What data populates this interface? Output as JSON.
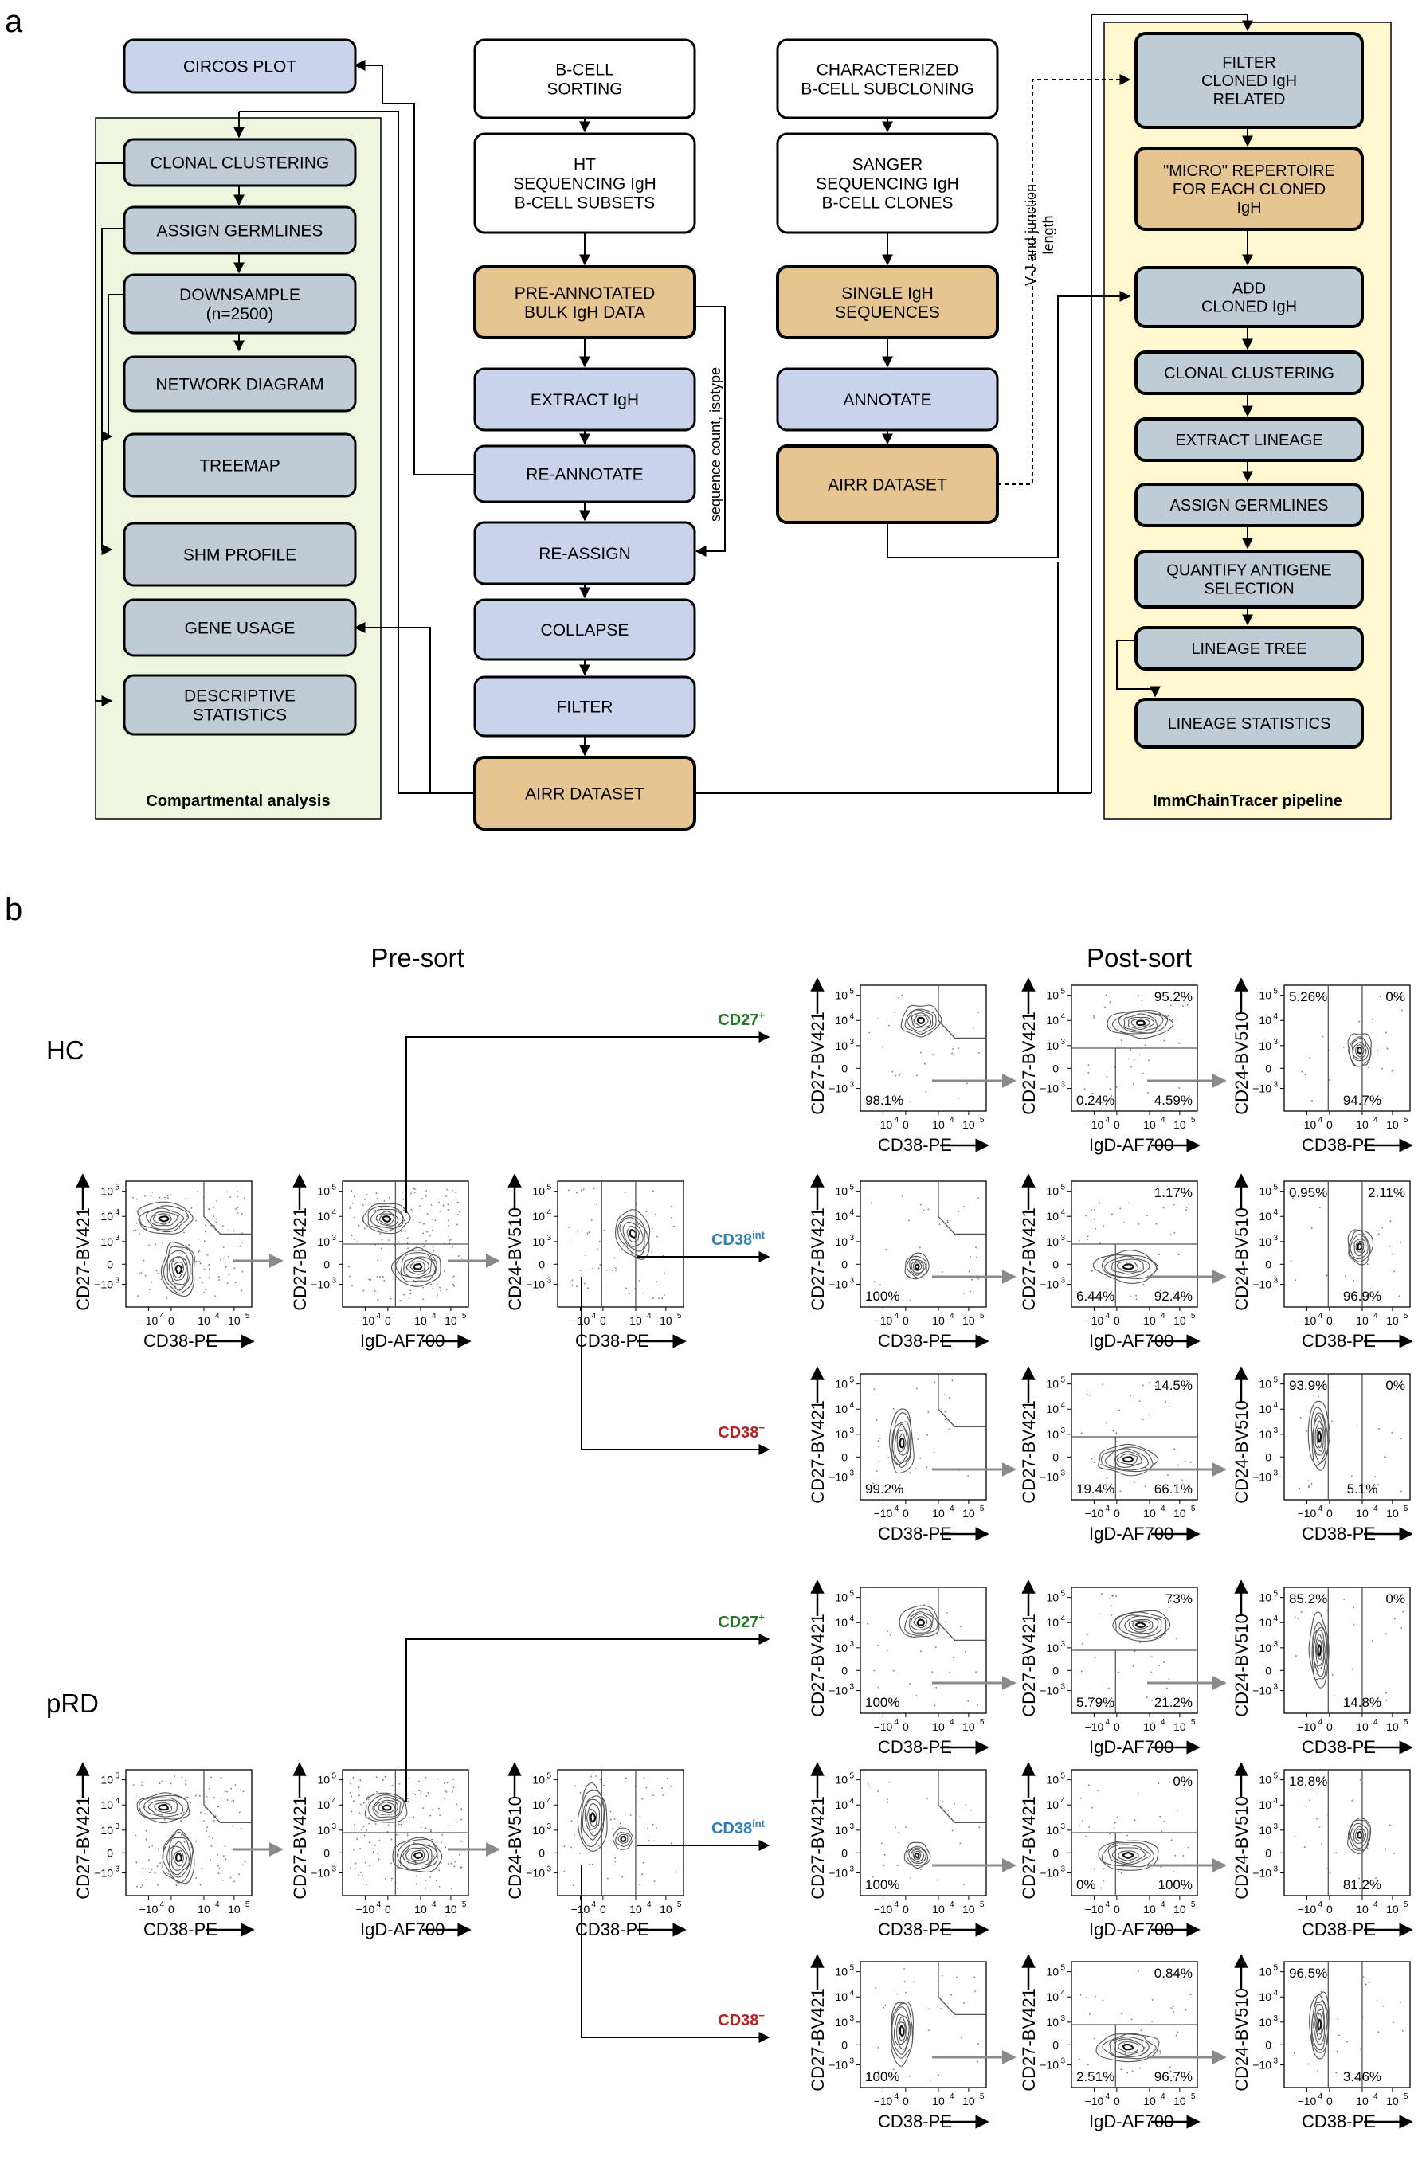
{
  "colors": {
    "white_box": "#ffffff",
    "gold_box": "#e5c591",
    "blue_box": "#c9d4ec",
    "slate_box": "#bfccd6",
    "compartmental_bg": "#eef6df",
    "immchain_bg": "#fff7cf",
    "cd27_label": "#1f7a1f",
    "cd38int_label": "#2f7fb5",
    "cd38neg_label": "#b22222",
    "gray_arrow": "#8a8a8a"
  },
  "panel_a": {
    "letter": "a",
    "compartmental": {
      "title": "Compartmental analysis",
      "circos": "CIRCOS PLOT",
      "boxes": [
        "CLONAL CLUSTERING",
        "ASSIGN GERMLINES",
        "DOWNSAMPLE\n(n=2500)",
        "NETWORK DIAGRAM",
        "TREEMAP",
        "SHM PROFILE",
        "GENE USAGE",
        "DESCRIPTIVE\nSTATISTICS"
      ]
    },
    "bulk": {
      "boxes": [
        "B-CELL\nSORTING",
        "HT\nSEQUENCING IgH\nB-CELL SUBSETS",
        "PRE-ANNOTATED\nBULK IgH DATA",
        "EXTRACT IgH",
        "RE-ANNOTATE",
        "RE-ASSIGN",
        "COLLAPSE",
        "FILTER",
        "AIRR DATASET"
      ],
      "side_label": "sequence count, isotype"
    },
    "clone": {
      "boxes": [
        "CHARACTERIZED\nB-CELL SUBCLONING",
        "SANGER\nSEQUENCING IgH\nB-CELL CLONES",
        "SINGLE IgH\nSEQUENCES",
        "ANNOTATE",
        "AIRR DATASET"
      ],
      "side_label": "V-J and junction\nlength"
    },
    "immchain": {
      "title": "ImmChainTracer pipeline",
      "boxes": [
        "FILTER\nCLONED IgH\nRELATED",
        "\"MICRO\" REPERTOIRE\nFOR EACH CLONED\nIgH",
        "ADD\nCLONED IgH",
        "CLONAL CLUSTERING",
        "EXTRACT LINEAGE",
        "ASSIGN GERMLINES",
        "QUANTIFY ANTIGENE\nSELECTION",
        "LINEAGE TREE",
        "LINEAGE STATISTICS"
      ]
    }
  },
  "panel_b": {
    "letter": "b",
    "pre_sort": "Pre-sort",
    "post_sort": "Post-sort",
    "axes": {
      "cd27": "CD27-BV421",
      "cd38": "CD38-PE",
      "igd": "IgD-AF700",
      "cd24": "CD24-BV510"
    },
    "gate_labels": {
      "cd27pos": "CD27",
      "cd27pos_sup": "+",
      "cd38int": "CD38",
      "cd38int_sup": "int",
      "cd38neg": "CD38",
      "cd38neg_sup": "−"
    },
    "ticks": {
      "y": [
        "10",
        "10",
        "10",
        "0",
        "−10"
      ],
      "y_exp": [
        "5",
        "4",
        "3",
        "",
        "3"
      ],
      "x": [
        "−10",
        "0",
        "10",
        "10"
      ],
      "x_exp": [
        "4",
        "",
        "4",
        "5"
      ]
    },
    "groups": [
      {
        "label": "HC",
        "rows": [
          {
            "p1": [
              "98.1%"
            ],
            "p2": [
              "95.2%",
              "0.24%",
              "4.59%"
            ],
            "p3": [
              "5.26%",
              "0%",
              "94.7%"
            ]
          },
          {
            "p1": [
              "100%"
            ],
            "p2": [
              "1.17%",
              "6.44%",
              "92.4%"
            ],
            "p3": [
              "0.95%",
              "2.11%",
              "96.9%"
            ]
          },
          {
            "p1": [
              "99.2%"
            ],
            "p2": [
              "14.5%",
              "19.4%",
              "66.1%"
            ],
            "p3": [
              "93.9%",
              "0%",
              "5.1%"
            ]
          }
        ]
      },
      {
        "label": "pRD",
        "rows": [
          {
            "p1": [
              "100%"
            ],
            "p2": [
              "73%",
              "5.79%",
              "21.2%"
            ],
            "p3": [
              "85.2%",
              "0%",
              "14.8%"
            ]
          },
          {
            "p1": [
              "100%"
            ],
            "p2": [
              "0%",
              "0%",
              "100%"
            ],
            "p3": [
              "18.8%",
              "",
              "81.2%"
            ]
          },
          {
            "p1": [
              "100%"
            ],
            "p2": [
              "0.84%",
              "2.51%",
              "96.7%"
            ],
            "p3": [
              "96.5%",
              "",
              "3.46%"
            ]
          }
        ]
      }
    ]
  }
}
